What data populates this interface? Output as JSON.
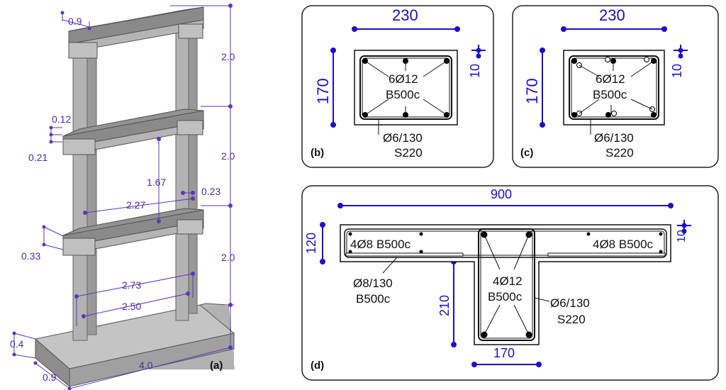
{
  "colors": {
    "dimension": "#1a10c8",
    "frame_dimension": "#5a36c0",
    "concrete": "#a9a9a9",
    "concrete_dark": "#7f7f7f",
    "concrete_top": "#8e8e8e",
    "rebar": "#000000"
  },
  "panel_a": {
    "label": "(a)",
    "dims": {
      "top_width": "0.9",
      "story_1": "2.0",
      "story_2": "2.0",
      "story_3": "2.0",
      "slab_thickness": "0.12",
      "beam_depth": "0.21",
      "clear_height": "1.67",
      "column_width": "0.23",
      "clear_span": "2.27",
      "beam_web": "0.33",
      "outer_span": "2.73",
      "inner_span": "2.50",
      "foundation_height": "0.4",
      "foundation_width": "0.9",
      "foundation_length": "4.0"
    }
  },
  "panel_b": {
    "label": "(b)",
    "width": "230",
    "height": "170",
    "cover": "10",
    "bars": "6Ø12",
    "bar_grade": "B500c",
    "stirrup": "Ø6/130",
    "stirrup_grade": "S220"
  },
  "panel_c": {
    "label": "(c)",
    "width": "230",
    "height": "170",
    "cover": "10",
    "bars": "6Ø12",
    "bar_grade": "B500c",
    "stirrup": "Ø6/130",
    "stirrup_grade": "S220"
  },
  "panel_d": {
    "label": "(d)",
    "flange_width": "900",
    "flange_depth": "120",
    "cover": "10",
    "left_bars": "4Ø8 B500c",
    "right_bars": "4Ø8 B500c",
    "flange_stirrup": "Ø8/130",
    "flange_stirrup_grade": "B500c",
    "web_bars": "4Ø12",
    "web_bar_grade": "B500c",
    "web_stirrup": "Ø6/130",
    "web_stirrup_grade": "S220",
    "web_depth": "210",
    "web_width": "170"
  }
}
